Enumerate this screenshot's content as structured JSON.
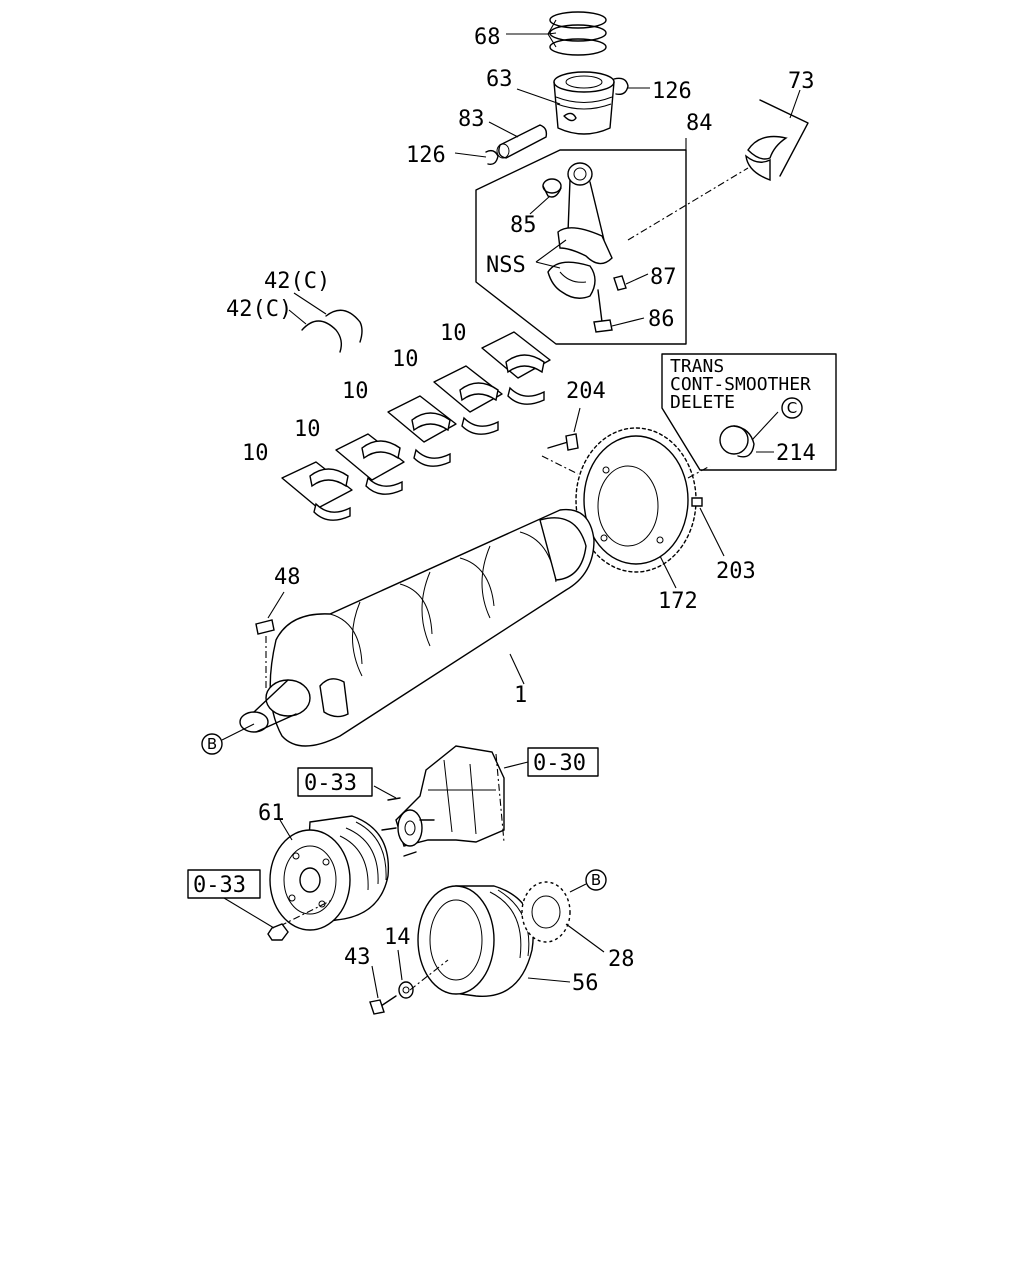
{
  "callouts": {
    "p68": "68",
    "p63": "63",
    "p126a": "126",
    "p73": "73",
    "p83": "83",
    "p84": "84",
    "p126b": "126",
    "p85": "85",
    "nss": "NSS",
    "p87": "87",
    "p86": "86",
    "p42a": "42(C)",
    "p42b": "42(C)",
    "p10a": "10",
    "p10b": "10",
    "p10c": "10",
    "p10d": "10",
    "p10e": "10",
    "p204": "204",
    "p214": "214",
    "p203": "203",
    "p172": "172",
    "p48": "48",
    "p1": "1",
    "ref030": "0-30",
    "ref033a": "0-33",
    "ref033b": "0-33",
    "p61": "61",
    "p28": "28",
    "p14": "14",
    "p43": "43",
    "p56": "56"
  },
  "note_box": {
    "line1": "TRANS",
    "line2": "CONT-SMOOTHER",
    "line3": "DELETE"
  },
  "markers": {
    "b1": "B",
    "b2": "B",
    "c1": "C"
  }
}
